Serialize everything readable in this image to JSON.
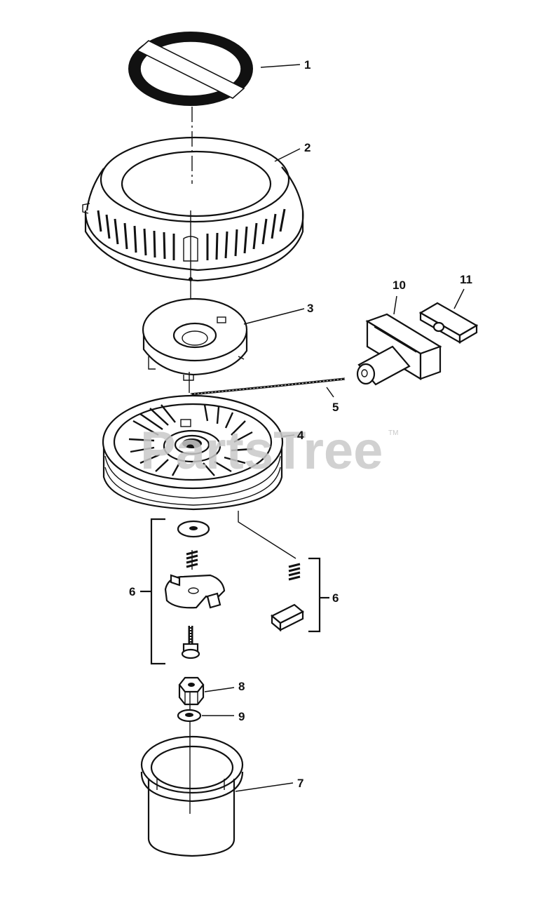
{
  "watermark": {
    "text": "PartsTree",
    "trademark": "TM"
  },
  "parts": [
    {
      "id": "p1",
      "label": "1"
    },
    {
      "id": "p2",
      "label": "2"
    },
    {
      "id": "p3",
      "label": "3"
    },
    {
      "id": "p4",
      "label": "4"
    },
    {
      "id": "p5",
      "label": "5"
    },
    {
      "id": "p6a",
      "label": "6"
    },
    {
      "id": "p6b",
      "label": "6"
    },
    {
      "id": "p7",
      "label": "7"
    },
    {
      "id": "p8",
      "label": "8"
    },
    {
      "id": "p9",
      "label": "9"
    },
    {
      "id": "p10",
      "label": "10"
    },
    {
      "id": "p11",
      "label": "11"
    }
  ],
  "colors": {
    "ink": "#111111",
    "watermark": "#c9c9c9",
    "background": "#ffffff"
  }
}
